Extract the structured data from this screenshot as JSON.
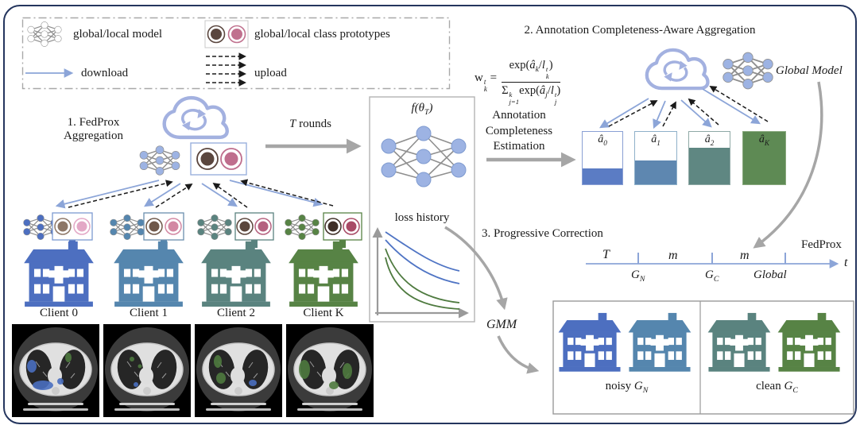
{
  "palette": {
    "figure_border": "#24355e",
    "cloud": "#a3b1e0",
    "download_arrow": "#8ca5d8",
    "upload_arrow": "#1a1a1a",
    "gray_arrow": "#a6a6a6",
    "nn_node_blue": "#9db3e3",
    "prototype_brown": "#5a463e",
    "prototype_pink": "#c0718e",
    "ct_overlay_blue": "#4a6fc0",
    "ct_overlay_green": "#4e7a3f"
  },
  "legend": {
    "model_label": "global/local model",
    "prototypes_label": "global/local class prototypes",
    "download_label": "download",
    "upload_label": "upload"
  },
  "section1": {
    "title": "1. FedProx\nAggregation",
    "rounds_italic": "T",
    "rounds_rest": " rounds",
    "clients": [
      {
        "label": "Client 0",
        "color": "#4d6fc0"
      },
      {
        "label": "Client 1",
        "color": "#5586ae"
      },
      {
        "label": "Client 2",
        "color": "#5a837f"
      },
      {
        "label": "Client K",
        "color": "#578345"
      }
    ]
  },
  "middle_panel": {
    "f_prefix": "f(θ",
    "f_sub": "T",
    "f_suffix": ")",
    "loss_label": "loss history"
  },
  "section2": {
    "title": "2. Annotation Completeness-Aware Aggregation",
    "formula": {
      "w": "w",
      "w_sup": "t",
      "w_sub": "k",
      "equals": "=",
      "num_exp": "exp(",
      "num_a": "â",
      "num_a_sub": "k",
      "num_slash": "/",
      "num_l": "l",
      "num_l_sup": "t",
      "num_l_sub": "k",
      "num_close": ")",
      "sigma": "Σ",
      "sigma_sup": "k",
      "sigma_sub": "j=1",
      "den_exp": "exp(",
      "den_a": "â",
      "den_a_sub": "j",
      "den_slash": "/",
      "den_l": "l",
      "den_l_sup": "t",
      "den_l_sub": "j",
      "den_close": ")"
    },
    "estimation_label": "Annotation\nCompleteness\nEstimation",
    "global_model_label": "Global Model",
    "bars": [
      {
        "base": "â",
        "sub": "0",
        "fill": 0.3,
        "color": "#5b7cc4",
        "border": "#8aa0d4"
      },
      {
        "base": "â",
        "sub": "1",
        "fill": 0.45,
        "color": "#5e87b0",
        "border": "#8fb0c9"
      },
      {
        "base": "â",
        "sub": "2",
        "fill": 0.7,
        "color": "#5f8782",
        "border": "#8fa9a6"
      },
      {
        "base": "â",
        "sub": "K",
        "fill": 1.0,
        "color": "#5e8a54",
        "border": "#89a97e"
      }
    ]
  },
  "section3": {
    "title": "3. Progressive Correction",
    "gmm_label": "GMM",
    "timeline": {
      "seg1": "T",
      "seg2": "m",
      "seg3": "m",
      "tick1_base": "G",
      "tick1_sub": "N",
      "tick2_base": "G",
      "tick2_sub": "C",
      "tick3_label": "Global",
      "fedprox_label": "FedProx",
      "axis_label": "t"
    },
    "groups": [
      {
        "prefix": "noisy ",
        "base": "G",
        "sub": "N"
      },
      {
        "prefix": "clean ",
        "base": "G",
        "sub": "C"
      }
    ]
  },
  "chart_data": [
    {
      "type": "line",
      "title": "loss history",
      "xlabel": "",
      "ylabel": "",
      "legend_position": "none",
      "series": [
        {
          "name": "loss-curve-1",
          "color": "#4f74c4",
          "y_norm": [
            1.0,
            0.93,
            0.88,
            0.84,
            0.81,
            0.79
          ]
        },
        {
          "name": "loss-curve-2",
          "color": "#4f74c4",
          "y_norm": [
            0.95,
            0.85,
            0.77,
            0.71,
            0.67,
            0.65
          ]
        },
        {
          "name": "loss-curve-3",
          "color": "#4e7a3f",
          "y_norm": [
            0.9,
            0.7,
            0.57,
            0.49,
            0.44,
            0.42
          ]
        },
        {
          "name": "loss-curve-4",
          "color": "#4e7a3f",
          "y_norm": [
            0.85,
            0.58,
            0.43,
            0.35,
            0.31,
            0.3
          ]
        }
      ]
    },
    {
      "type": "bar",
      "title": "annotation completeness estimates",
      "categories": [
        "â_0",
        "â_1",
        "â_2",
        "â_K"
      ],
      "values": [
        0.3,
        0.45,
        0.7,
        1.0
      ],
      "ylim": [
        0,
        1
      ]
    }
  ]
}
